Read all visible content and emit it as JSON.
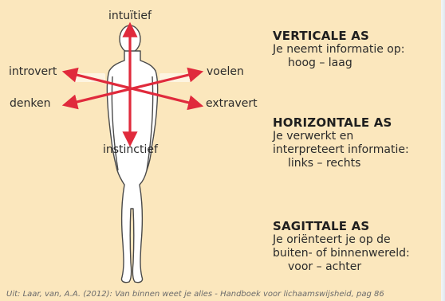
{
  "figure": {
    "labels": {
      "top": "intuïtief",
      "upper_left": "introvert",
      "lower_left": "denken",
      "upper_right": "voelen",
      "lower_right": "extravert",
      "bottom": "instinctief"
    },
    "colors": {
      "background": "#fbe7bd",
      "arrow": "#e02a3c",
      "body_fill": "#ffffff",
      "body_outline": "#4a4a4a"
    }
  },
  "info_blocks": [
    {
      "title": "VERTICALE AS",
      "lines": [
        "Je neemt informatie op:",
        "hoog – laag"
      ]
    },
    {
      "title": "HORIZONTALE AS",
      "lines": [
        "Je verwerkt en",
        "interpreteert informatie:",
        "links – rechts"
      ]
    },
    {
      "title": "SAGITTALE AS",
      "lines": [
        "Je oriënteert je op de",
        "buiten- of binnenwereld:",
        "voor – achter"
      ]
    }
  ],
  "caption": "Uit: Laar, van, A.A. (2012): Van binnen weet je alles - Handboek voor lichaamswijsheid, pag 86"
}
